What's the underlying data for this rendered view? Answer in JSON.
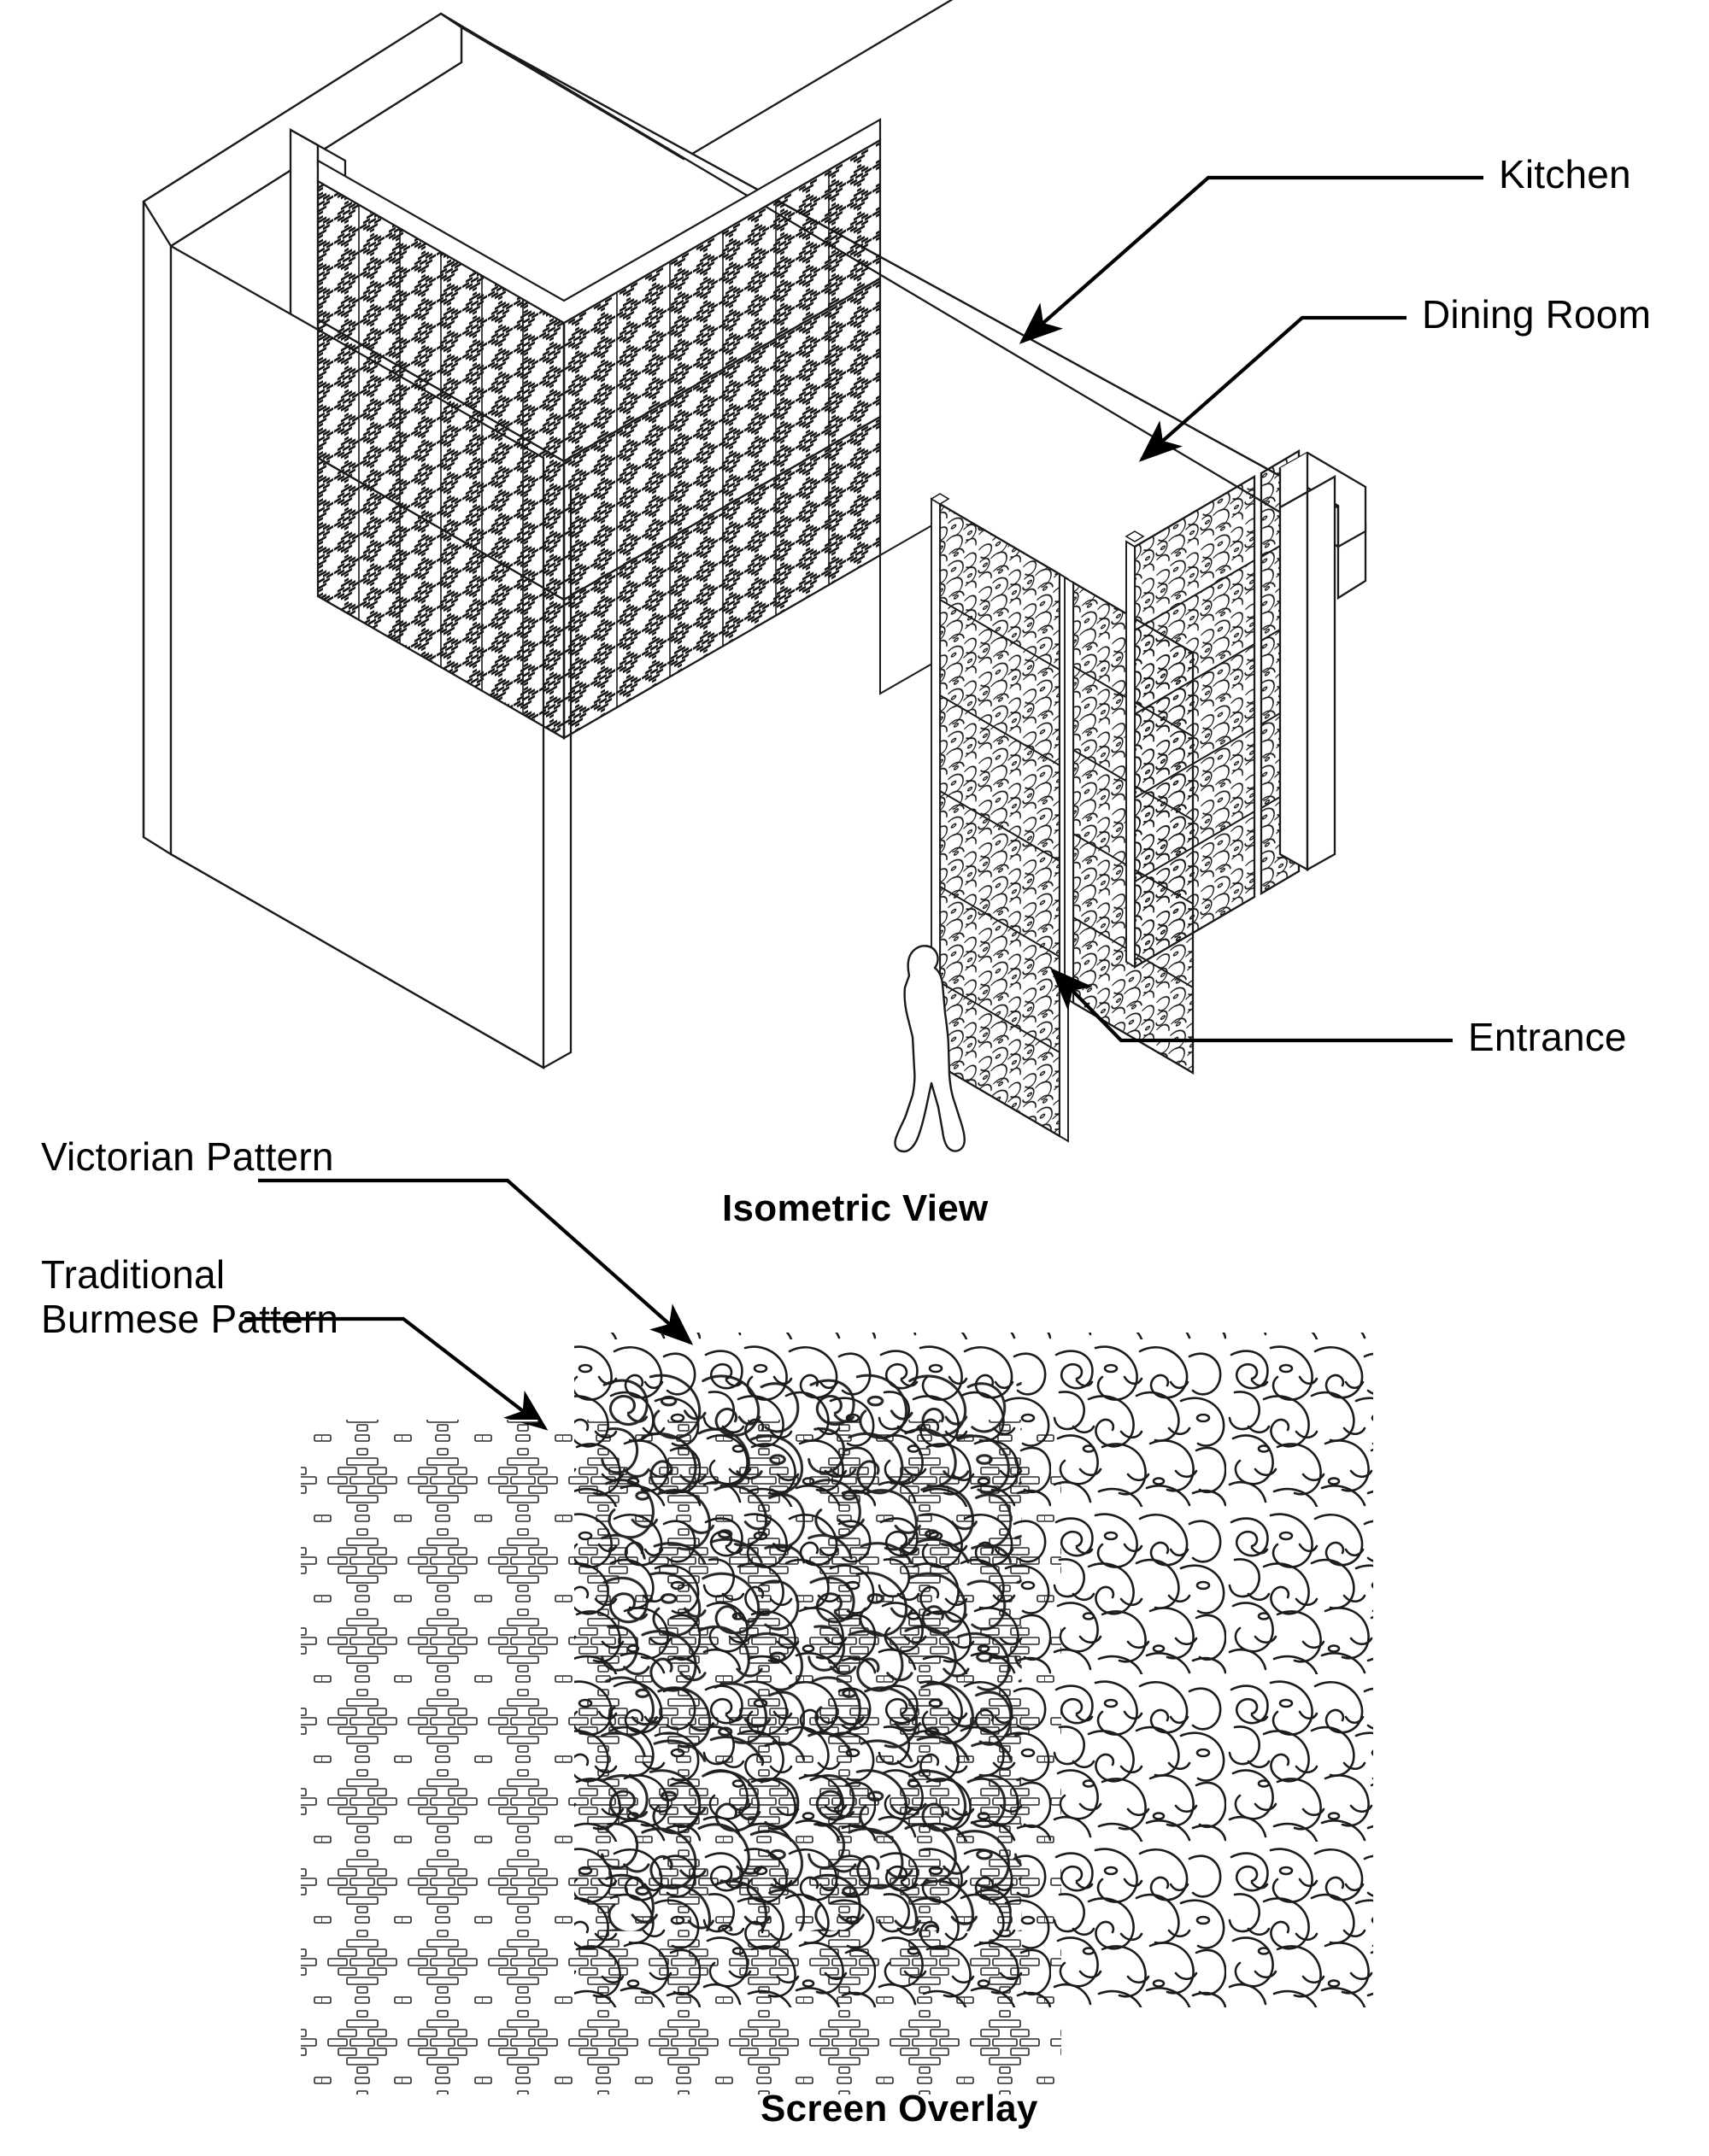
{
  "drawing": {
    "title_visible": false,
    "line_color": "#1a1a1a",
    "fill_color": "#ffffff",
    "background": "#ffffff"
  },
  "isometric": {
    "caption": "Isometric View",
    "annotations": [
      {
        "id": "kitchen",
        "label": "Kitchen",
        "leader": "horizontal-then-diagonal-arrow"
      },
      {
        "id": "dining",
        "label": "Dining Room",
        "leader": "horizontal-then-diagonal-arrow"
      },
      {
        "id": "entrance",
        "label": "Entrance",
        "leader": "horizontal-then-diagonal-arrow"
      }
    ],
    "elements": {
      "room": "open-top isometric box with solid side walls",
      "partition_screen": "L-shaped perforated screen wall",
      "entrance_screens": "two freestanding hinged screen panels",
      "scale_figure": "walking-person-silhouette"
    }
  },
  "overlay": {
    "caption": "Screen Overlay",
    "annotations": [
      {
        "id": "victorian",
        "label": "Victorian Pattern"
      },
      {
        "id": "burmese",
        "label": "Traditional\nBurmese Pattern"
      }
    ],
    "patterns": [
      {
        "name": "Traditional Burmese Pattern",
        "style": "geometric diamond lattice of small rectangles",
        "side": "left"
      },
      {
        "name": "Victorian Pattern",
        "style": "acanthus scroll damask foliage",
        "side": "right"
      }
    ]
  }
}
